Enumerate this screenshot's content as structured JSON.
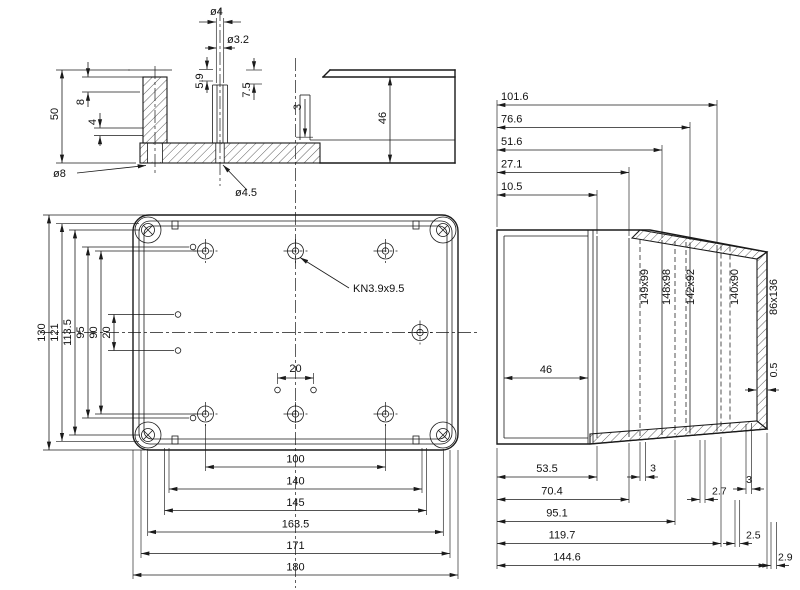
{
  "drawing": {
    "colors": {
      "background": "#ffffff",
      "line": "#1a1a1a"
    },
    "section_view": {
      "dia4": "ø4",
      "dia3_2": "ø3.2",
      "d5_9": "5.9",
      "d7_5": "7.5",
      "d3": "3",
      "d46": "46",
      "d50": "50",
      "d8": "8",
      "d4": "4",
      "dia8": "ø8",
      "dia4_5": "ø4.5"
    },
    "plan_view": {
      "d130": "130",
      "d121": "121",
      "d113_5": "113.5",
      "d95": "95",
      "d90": "90",
      "d20_left": "20",
      "d20_bottom": "20",
      "d100": "100",
      "d140": "140",
      "d145": "145",
      "d163_5": "163.5",
      "d171": "171",
      "d180": "180",
      "screw_note": "KN3.9x9.5"
    },
    "side_view": {
      "d101_6": "101.6",
      "d76_6": "76.6",
      "d51_6": "51.6",
      "d27_1": "27.1",
      "d10_5": "10.5",
      "s1": "149x99",
      "s2": "148x98",
      "s3": "142x92",
      "s4": "140x90",
      "s5": "86x136",
      "d46": "46",
      "d0_5": "0.5",
      "d3_wall": "3",
      "d53_5": "53.5",
      "d3_step": "3",
      "d70_4": "70.4",
      "d2_7": "2.7",
      "d95_1": "95.1",
      "d119_7": "119.7",
      "d2_5": "2.5",
      "d144_6": "144.6",
      "d2_9": "2.9"
    }
  }
}
